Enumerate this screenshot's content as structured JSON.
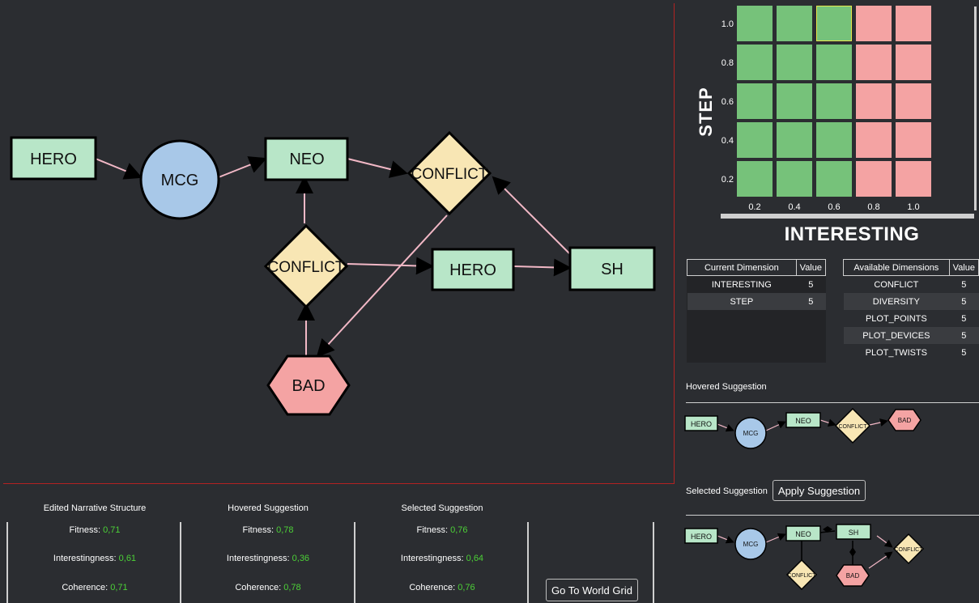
{
  "graph": {
    "nodes": {
      "hero1": "HERO",
      "mcg": "MCG",
      "neo": "NEO",
      "conflict_top": "CONFLICT",
      "conflict_mid": "CONFLICT",
      "hero2": "HERO",
      "sh": "SH",
      "bad": "BAD"
    }
  },
  "grid": {
    "y_axis_label": "STEP",
    "x_axis_label": "INTERESTING",
    "y_ticks": [
      "1.0",
      "0.8",
      "0.6",
      "0.4",
      "0.2"
    ],
    "x_ticks": [
      "0.2",
      "0.4",
      "0.6",
      "0.8",
      "1.0"
    ],
    "colors": {
      "green": "#76c27a",
      "red": "#f4a3a3",
      "selected_border": "#e6e64a"
    }
  },
  "current_dimensions": {
    "headers": [
      "Current Dimension",
      "Value"
    ],
    "rows": [
      [
        "INTERESTING",
        "5"
      ],
      [
        "STEP",
        "5"
      ]
    ]
  },
  "available_dimensions": {
    "headers": [
      "Available Dimensions",
      "Value"
    ],
    "rows": [
      [
        "CONFLICT",
        "5"
      ],
      [
        "DIVERSITY",
        "5"
      ],
      [
        "PLOT_POINTS",
        "5"
      ],
      [
        "PLOT_DEVICES",
        "5"
      ],
      [
        "PLOT_TWISTS",
        "5"
      ]
    ]
  },
  "hovered_panel": {
    "label": "Hovered Suggestion",
    "nodes": {
      "hero": "HERO",
      "mcg": "MCG",
      "neo": "NEO",
      "conflict": "CONFLICT",
      "bad": "BAD"
    }
  },
  "selected_panel": {
    "label": "Selected Suggestion",
    "apply_button": "Apply Suggestion",
    "nodes": {
      "hero": "HERO",
      "mcg": "MCG",
      "neo": "NEO",
      "sh": "SH",
      "conflict_right": "CONFLICT",
      "conflict_bottom": "CONFLICT",
      "bad": "BAD"
    }
  },
  "stats": [
    {
      "title": "Edited Narrative Structure",
      "fitness_label": "Fitness:",
      "fitness": "0,71",
      "interest_label": "Interestingness:",
      "interest": "0,61",
      "coherence_label": "Coherence:",
      "coherence": "0,71"
    },
    {
      "title": "Hovered Suggestion",
      "fitness_label": "Fitness:",
      "fitness": "0,78",
      "interest_label": "Interestingness:",
      "interest": "0,36",
      "coherence_label": "Coherence:",
      "coherence": "0,78"
    },
    {
      "title": "Selected Suggestion",
      "fitness_label": "Fitness:",
      "fitness": "0,76",
      "interest_label": "Interestingness:",
      "interest": "0,64",
      "coherence_label": "Coherence:",
      "coherence": "0,76"
    }
  ],
  "world_grid_button": "Go To World Grid"
}
